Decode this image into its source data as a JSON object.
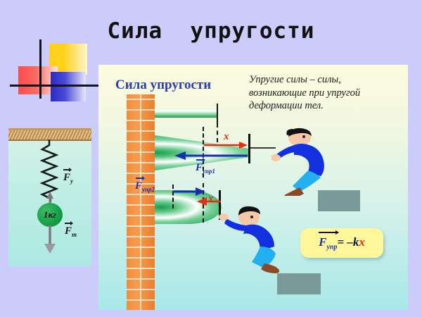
{
  "slide": {
    "title": "Сила  упругости",
    "background_color": "#ccccfa"
  },
  "logo": {
    "name": "decorative-color-blocks",
    "colors": {
      "yellow": "#ffd11a",
      "red": "#fb4e4e",
      "blue": "#2b2bc4",
      "lines": "#13131f"
    }
  },
  "left_panel": {
    "name": "hanging-spring-diagram",
    "ceiling_label": "hatched-support",
    "mass_label": "1кг",
    "force_up": {
      "symbol": "F",
      "subscript": "у"
    },
    "force_down": {
      "symbol": "F",
      "subscript": "т"
    },
    "colors": {
      "ball": "#18a04a",
      "ceiling": "#b98a4e",
      "background": "#bfeee4"
    }
  },
  "main_panel": {
    "heading": "Сила упругости",
    "heading_color": "#2b3fae",
    "definition": "Упругие силы – силы, возникающие при упругой деформации тел.",
    "wall_color": "#f08c3c",
    "spring_color": "#1a9b4e",
    "background_top": "#fbfbdf",
    "background_bottom": "#a8e8e8"
  },
  "upper_diagram": {
    "name": "stretched-spring",
    "displacement_label": "x",
    "displacement_color": "#e03010",
    "force_label": {
      "symbol": "F",
      "subscript": "упр1"
    },
    "force_color": "#1531b0",
    "force_direction": "left",
    "displacement_direction": "right"
  },
  "lower_diagram": {
    "name": "compressed-spring",
    "displacement_label": "x",
    "displacement_color": "#e03010",
    "force_label": {
      "symbol": "F",
      "subscript": "упр2"
    },
    "force_color": "#1531b0",
    "force_direction": "right",
    "displacement_direction": "left"
  },
  "formula": {
    "vector_symbol": "F",
    "subscript": "упр",
    "operator": "= –k",
    "variable": "x",
    "full_text": "Fупр = –kx",
    "box_color": "#fdf79a"
  },
  "figures": {
    "person_top": {
      "shirt": "#1330e0",
      "pants": "#22b0f0",
      "shoe": "#8a4a28",
      "hair": "#111111"
    },
    "person_bottom": {
      "shirt": "#1330e0",
      "pants": "#22b0f0",
      "shoe": "#8a4a28",
      "hair": "#111111"
    },
    "block_color": "#7a9a9a"
  }
}
